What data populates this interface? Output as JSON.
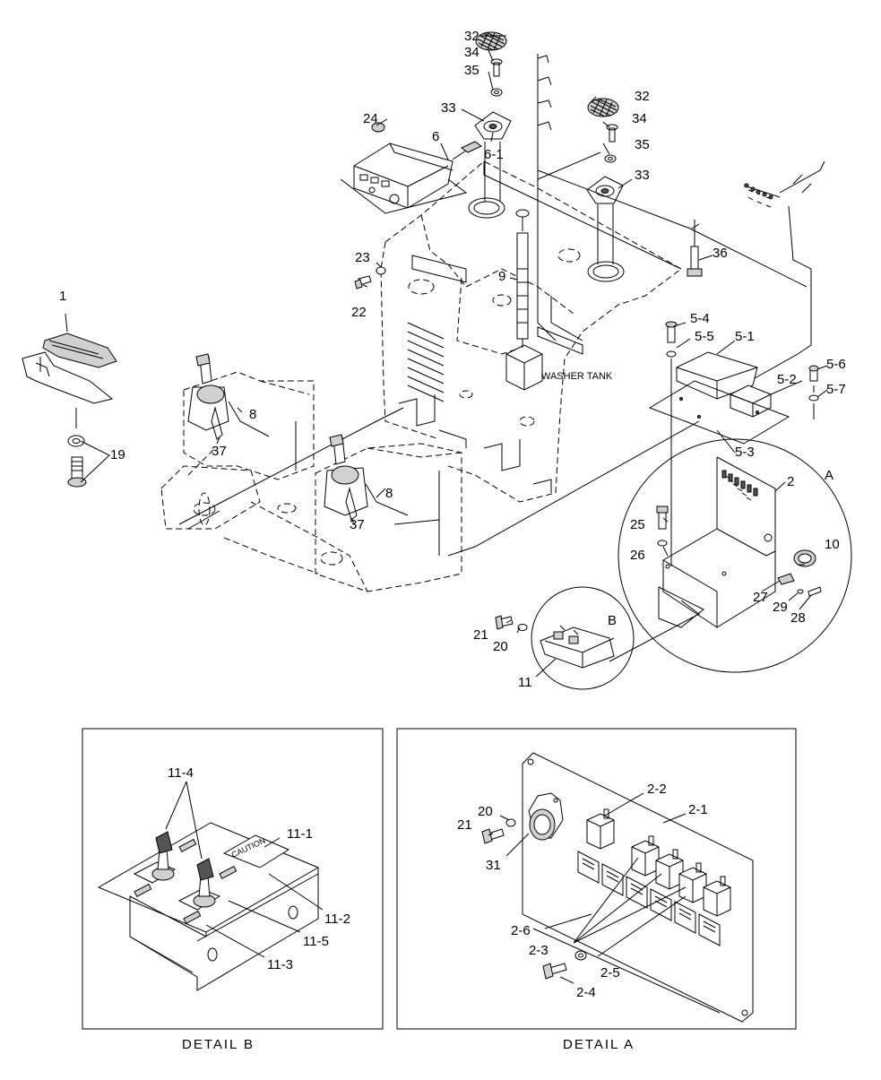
{
  "callouts": [
    {
      "id": "c32a",
      "text": "32"
    },
    {
      "id": "c34a",
      "text": "34"
    },
    {
      "id": "c35a",
      "text": "35"
    },
    {
      "id": "c33a",
      "text": "33"
    },
    {
      "id": "c24",
      "text": "24"
    },
    {
      "id": "c6",
      "text": "6"
    },
    {
      "id": "c6-1",
      "text": "6-1"
    },
    {
      "id": "c32b",
      "text": "32"
    },
    {
      "id": "c34b",
      "text": "34"
    },
    {
      "id": "c35b",
      "text": "35"
    },
    {
      "id": "c33b",
      "text": "33"
    },
    {
      "id": "c36",
      "text": "36"
    },
    {
      "id": "c23",
      "text": "23"
    },
    {
      "id": "c22",
      "text": "22"
    },
    {
      "id": "c9",
      "text": "9"
    },
    {
      "id": "c1",
      "text": "1"
    },
    {
      "id": "c19",
      "text": "19"
    },
    {
      "id": "c8a",
      "text": "8"
    },
    {
      "id": "c37a",
      "text": "37"
    },
    {
      "id": "c8b",
      "text": "8"
    },
    {
      "id": "c37b",
      "text": "37"
    },
    {
      "id": "c5-4",
      "text": "5-4"
    },
    {
      "id": "c5-5",
      "text": "5-5"
    },
    {
      "id": "c5-1",
      "text": "5-1"
    },
    {
      "id": "c5-6",
      "text": "5-6"
    },
    {
      "id": "c5-2",
      "text": "5-2"
    },
    {
      "id": "c5-7",
      "text": "5-7"
    },
    {
      "id": "c5-3",
      "text": "5-3"
    },
    {
      "id": "cA",
      "text": "A"
    },
    {
      "id": "c2",
      "text": "2"
    },
    {
      "id": "c25",
      "text": "25"
    },
    {
      "id": "c26",
      "text": "26"
    },
    {
      "id": "c10",
      "text": "10"
    },
    {
      "id": "c27",
      "text": "27"
    },
    {
      "id": "c29",
      "text": "29"
    },
    {
      "id": "c28",
      "text": "28"
    },
    {
      "id": "cB",
      "text": "B"
    },
    {
      "id": "c21a",
      "text": "21"
    },
    {
      "id": "c20a",
      "text": "20"
    },
    {
      "id": "c11",
      "text": "11"
    },
    {
      "id": "c11-4",
      "text": "11-4"
    },
    {
      "id": "c11-1",
      "text": "11-1"
    },
    {
      "id": "c11-2",
      "text": "11-2"
    },
    {
      "id": "c11-5",
      "text": "11-5"
    },
    {
      "id": "c11-3",
      "text": "11-3"
    },
    {
      "id": "c2-2",
      "text": "2-2"
    },
    {
      "id": "c20b",
      "text": "20"
    },
    {
      "id": "c2-1",
      "text": "2-1"
    },
    {
      "id": "c21b",
      "text": "21"
    },
    {
      "id": "c31",
      "text": "31"
    },
    {
      "id": "c2-6",
      "text": "2-6"
    },
    {
      "id": "c2-3",
      "text": "2-3"
    },
    {
      "id": "c2-5",
      "text": "2-5"
    },
    {
      "id": "c2-4",
      "text": "2-4"
    }
  ],
  "labels": {
    "washer_tank": "WASHER TANK",
    "caution": "CAUTION",
    "detail_b": "DETAIL  B",
    "detail_a": "DETAIL  A"
  }
}
